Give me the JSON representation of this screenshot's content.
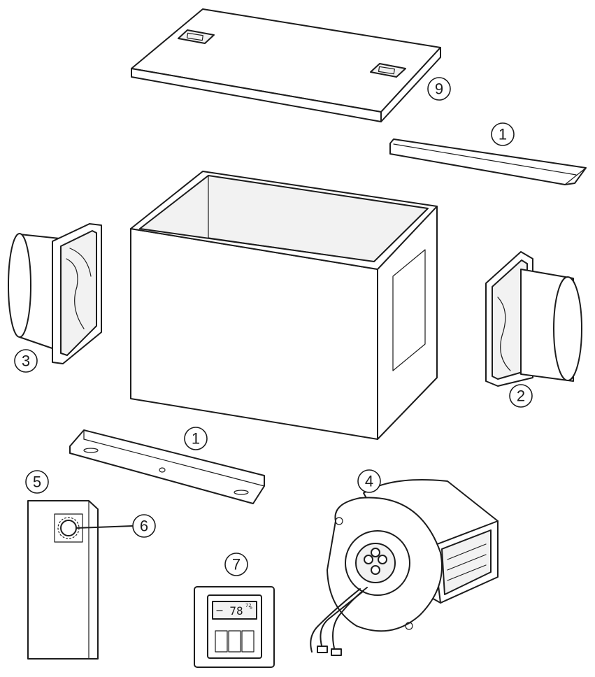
{
  "callouts": {
    "lid": "9",
    "top_bracket": "1",
    "bottom_bracket": "1",
    "left_collar": "3",
    "right_collar": "2",
    "blower": "4",
    "controller": "5",
    "knob": "6",
    "thermostat": "7"
  },
  "thermostat_display": {
    "temperature": "78",
    "unit_mark": "°",
    "small_readout": "72"
  },
  "colors": {
    "line": "#1c1c1c",
    "background": "#ffffff"
  }
}
